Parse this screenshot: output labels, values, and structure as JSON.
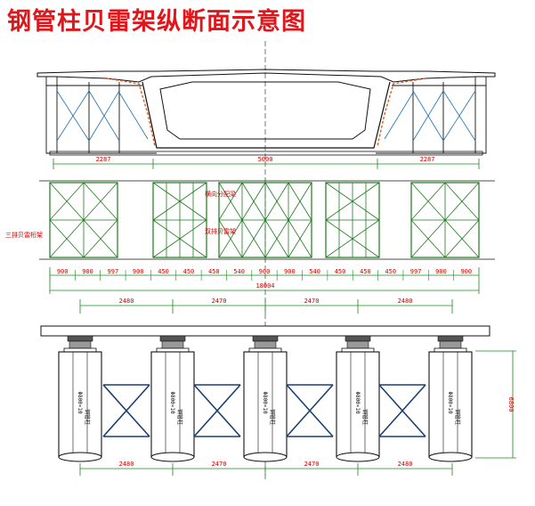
{
  "title": "钢管柱贝雷架纵断面示意图",
  "labels": {
    "top_dims": [
      "2287",
      "5000",
      "2287"
    ],
    "mid_dims": [
      "900",
      "900",
      "997",
      "900",
      "450",
      "450",
      "450",
      "540",
      "900",
      "900",
      "540",
      "450",
      "450",
      "450",
      "997",
      "900",
      "900"
    ],
    "mid_total": "18004",
    "span_dims": [
      "2480",
      "2470",
      "2470",
      "2480"
    ],
    "bottom_dims": [
      "2480",
      "2470",
      "2470",
      "2480"
    ],
    "side_label_left": "三排贝雷桁架",
    "note_left": "横向分配梁",
    "note_right": "双排贝雷架",
    "pipe_tag": "Φ800×10",
    "pipe_sub": "钢管柱",
    "height_dim": "6800"
  },
  "colors": {
    "outline": "#111111",
    "dimension": "#1a8a1a",
    "truss": "#1e7a1e",
    "bracing": "#1a6fb0",
    "label_red": "#e0161b",
    "bearing": "#444444",
    "centerline": "#555555"
  }
}
